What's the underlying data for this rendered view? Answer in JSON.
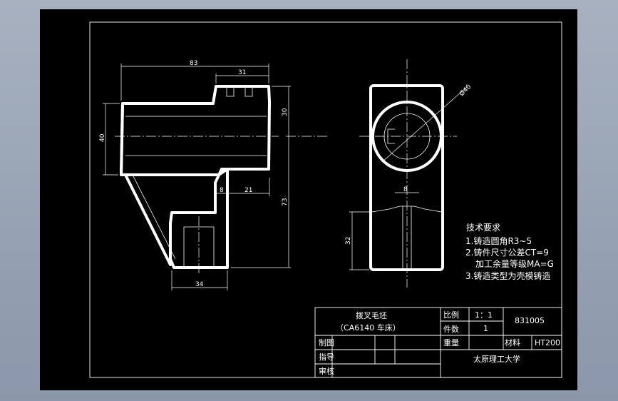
{
  "dimensions": {
    "d83": "83",
    "d31": "31",
    "d30": "30",
    "d40": "40",
    "d8a": "8",
    "d21": "21",
    "d73": "73",
    "d34": "34",
    "d32": "32",
    "d8b": "8",
    "dia40": "Ø40"
  },
  "notes": {
    "heading": "技术要求",
    "line1": "1.铸造圆角R3~5",
    "line2": "2.铸件尺寸公差CT=9",
    "line3": "加工余量等级MA=G",
    "line4": "3.铸造类型为壳模铸造"
  },
  "title_block": {
    "part_name": "拨叉毛坯",
    "machine": "（CA6140 车床）",
    "scale_label": "比例",
    "scale_value": "1：1",
    "count_label": "件数",
    "count_value": "1",
    "weight_label": "重量",
    "material_label": "材料",
    "material_value": "HT200",
    "drawing_no": "831005",
    "drawn_label": "制图",
    "guide_label": "指导",
    "review_label": "审核",
    "school": "太原理工大学"
  }
}
